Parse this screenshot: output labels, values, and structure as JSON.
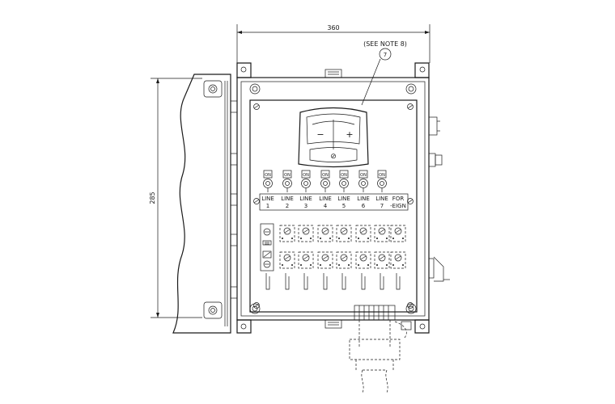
{
  "dimensions": {
    "width": "360",
    "height": "285"
  },
  "note": "(SEE NOTE 8)",
  "callout": "7",
  "meter": {
    "minus": "−",
    "plus": "+",
    "zero": "⊘"
  },
  "switch_label": "ON",
  "lines": [
    {
      "top": "LINE",
      "bottom": "1"
    },
    {
      "top": "LINE",
      "bottom": "2"
    },
    {
      "top": "LINE",
      "bottom": "3"
    },
    {
      "top": "LINE",
      "bottom": "4"
    },
    {
      "top": "LINE",
      "bottom": "5"
    },
    {
      "top": "LINE",
      "bottom": "6"
    },
    {
      "top": "LINE",
      "bottom": "7"
    },
    {
      "top": "FOR",
      "bottom": "-EIGN"
    }
  ]
}
